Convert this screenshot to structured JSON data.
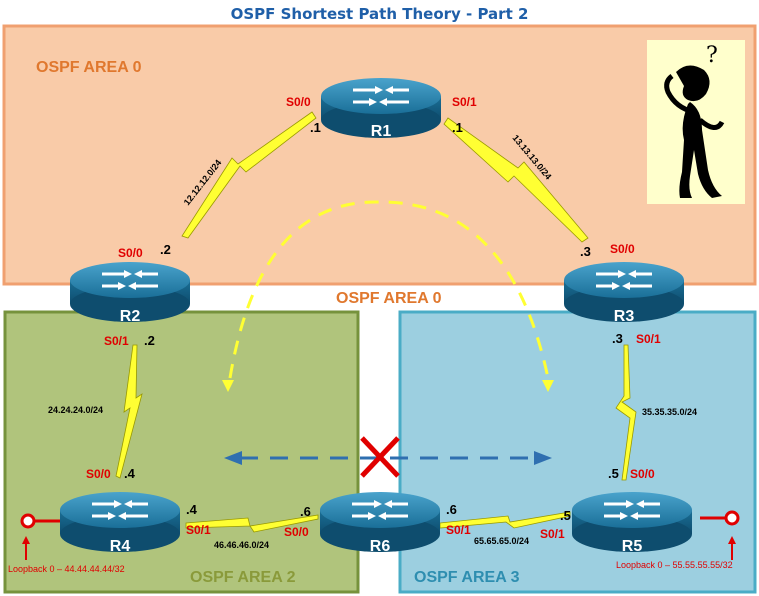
{
  "title": "OSPF Shortest Path Theory - Part 2",
  "areas": {
    "area0_top": "OSPF AREA 0",
    "area0_mid": "OSPF AREA 0",
    "area2": "OSPF AREA 2",
    "area3": "OSPF AREA 3"
  },
  "routers": {
    "r1": "R1",
    "r2": "R2",
    "r3": "R3",
    "r4": "R4",
    "r5": "R5",
    "r6": "R6"
  },
  "interfaces": {
    "r1_s00": "S0/0",
    "r1_s00_ip": ".1",
    "r1_s01": "S0/1",
    "r1_s01_ip": ".1",
    "r2_s00": "S0/0",
    "r2_s00_ip": ".2",
    "r2_s01": "S0/1",
    "r2_s01_ip": ".2",
    "r3_s00": "S0/0",
    "r3_s00_ip": ".3",
    "r3_s01": "S0/1",
    "r3_s01_ip": ".3",
    "r4_s00": "S0/0",
    "r4_s00_ip": ".4",
    "r4_s01": "S0/1",
    "r4_s01_ip": ".4",
    "r5_s00": "S0/0",
    "r5_s00_ip": ".5",
    "r5_s01": "S0/1",
    "r5_s01_ip": ".5",
    "r6_s00": "S0/0",
    "r6_s00_ip": ".6",
    "r6_s01": "S0/1",
    "r6_s01_ip": ".6"
  },
  "networks": {
    "r1_r2": "12.12.12.0/24",
    "r1_r3": "13.13.13.0/24",
    "r2_r4": "24.24.24.0/24",
    "r3_r5": "35.35.35.0/24",
    "r4_r6": "46.46.46.0/24",
    "r5_r6": "65.65.65.0/24"
  },
  "loopbacks": {
    "r4": "Loopback 0 – 44.44.44.44/32",
    "r5": "Loopback 0 – 55.55.55.55/32"
  },
  "thinker_text": "?",
  "colors": {
    "area0_fill": "#f9cba8",
    "area0_stroke": "#f0a070",
    "area0_text": "#e0782e",
    "area2_fill": "#b0c47c",
    "area2_stroke": "#76923c",
    "area2_text": "#8a9a3a",
    "area3_fill": "#9ccfe0",
    "area3_stroke": "#4aacc6",
    "area3_text": "#2e8eb0",
    "router": "#1f7fa6",
    "link": "#ffff33",
    "iface_red": "#e00000",
    "title": "#1f5fa8"
  }
}
